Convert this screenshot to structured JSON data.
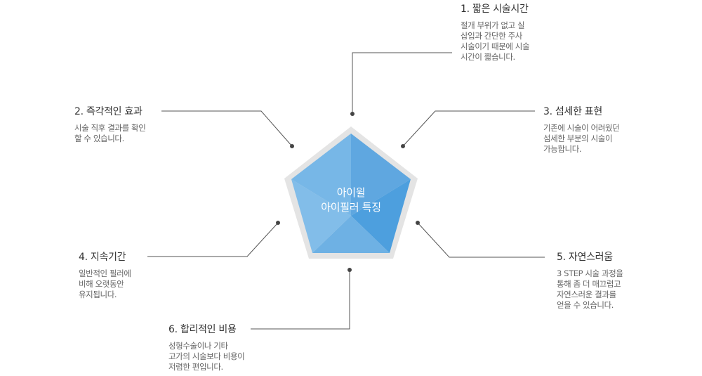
{
  "center": {
    "line1": "아이윌",
    "line2": "아이필러 특징"
  },
  "colors": {
    "pentagon_outer": "#e4e4e4",
    "pentagon_light": "#7db8e6",
    "pentagon_dark": "#4d9fde",
    "line": "#555555"
  },
  "features": [
    {
      "title": "1. 짧은 시술시간",
      "desc": "절개 부위가 없고 실\n삽입과 간단한 주사\n시술이기 때문에 시술\n시간이 짧습니다."
    },
    {
      "title": "2. 즉각적인 효과",
      "desc": "시술 직후 결과를 확인\n할 수 있습니다."
    },
    {
      "title": "3. 섬세한 표현",
      "desc": "기존에 시술이 어려웠던\n섬세한 부분의 시술이\n가능합니다."
    },
    {
      "title": "4. 지속기간",
      "desc": "일반적인 필러에\n비해 오랫동안\n유지됩니다."
    },
    {
      "title": "5. 자연스러움",
      "desc": "3 STEP 시술 과정을\n통해 좀 더 매끄럽고\n자연스러운 결과를\n얻을 수 있습니다."
    },
    {
      "title": "6. 합리적인 비용",
      "desc": "성형수술이나 기타\n고가의 시술보다 비용이\n저렴한 편입니다."
    }
  ]
}
